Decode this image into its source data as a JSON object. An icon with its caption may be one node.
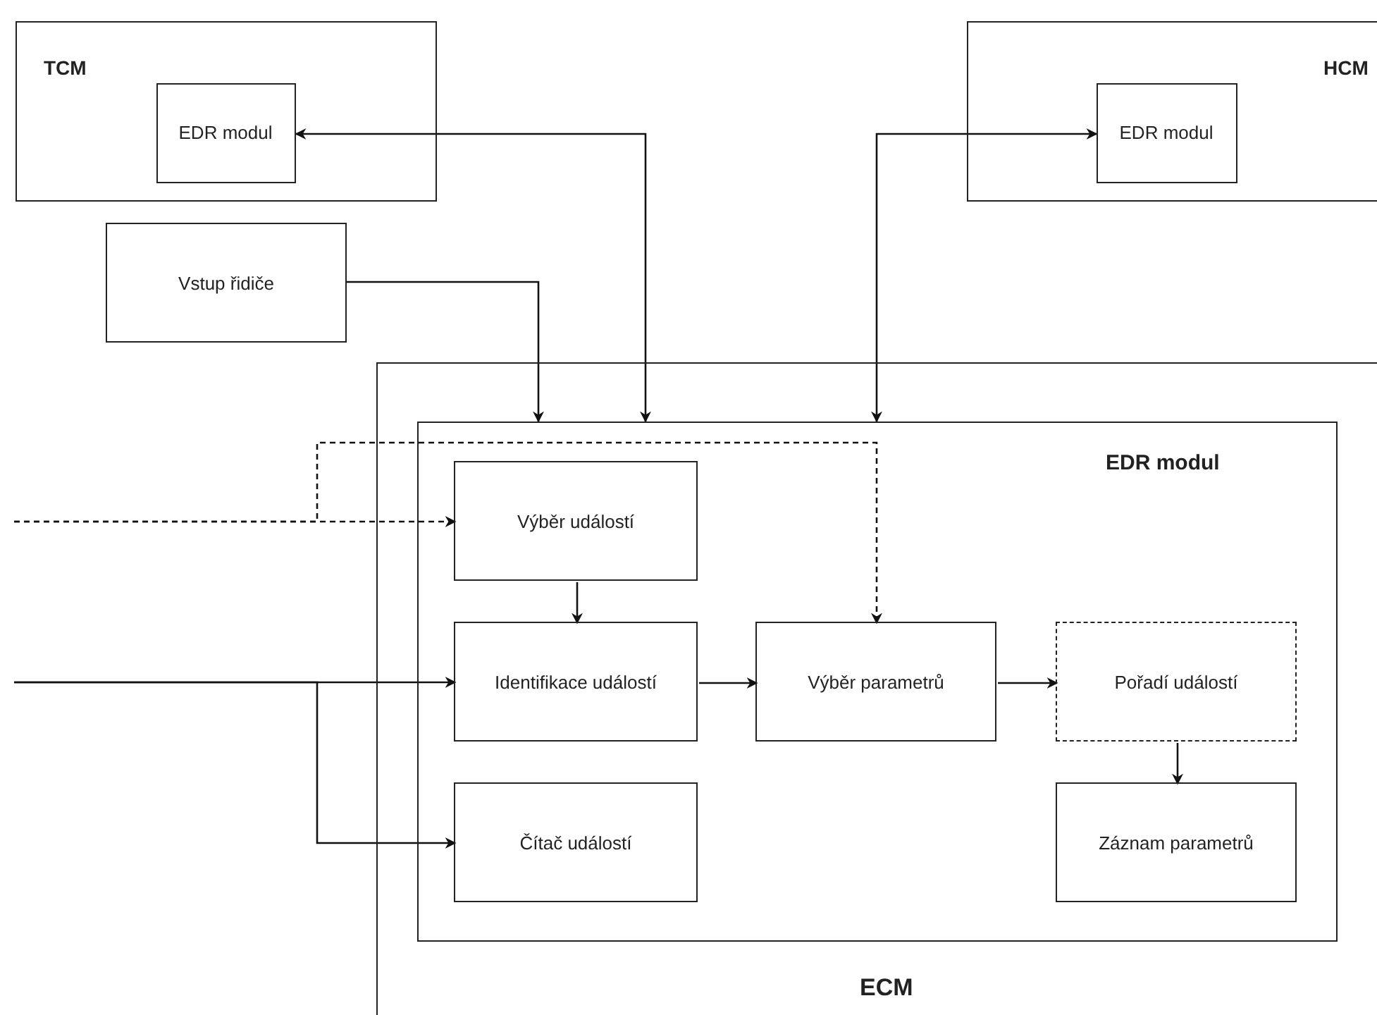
{
  "diagram": {
    "nodes": [
      {
        "text": [
          "TCM"
        ]
      },
      {
        "text": [
          "EDR modul"
        ],
        "in": 0
      },
      {
        "text": [
          "HCM"
        ]
      },
      {
        "text": [
          "EDR modul"
        ],
        "in": 2
      },
      {
        "text": [
          "Vstup řidiče"
        ]
      },
      {
        "text": [
          "ECM"
        ]
      },
      {
        "text": [
          "EDR modul"
        ],
        "in": 5
      },
      {
        "text": [
          "Výběr událostí"
        ],
        "in": 6
      },
      {
        "text": [
          "Identifikace událostí"
        ],
        "in": 6
      },
      {
        "text": [
          "Čítač událostí"
        ],
        "in": 6
      },
      {
        "text": [
          "Výběr parametrů"
        ],
        "in": 6
      },
      {
        "text": [
          "Pořadí událostí"
        ],
        "in": 6
      },
      {
        "text": [
          "Záznam parametrů"
        ],
        "in": 6
      }
    ],
    "edges": [
      {
        "from": 1,
        "to": 6,
        "arrow": "both"
      },
      {
        "from": 4,
        "to": 6,
        "arrow": "to"
      },
      {
        "from": 3,
        "to": 6,
        "arrow": "both"
      },
      {
        "from": null,
        "to": 7,
        "arrow": "to",
        "style": "dashed"
      },
      {
        "from": null,
        "to": 10,
        "arrow": "to",
        "style": "dashed"
      },
      {
        "from": null,
        "to": 8,
        "arrow": "to"
      },
      {
        "from": null,
        "to": 9,
        "arrow": "to"
      },
      {
        "from": 7,
        "to": 8,
        "arrow": "to"
      },
      {
        "from": 8,
        "to": 10,
        "arrow": "to"
      },
      {
        "from": 10,
        "to": 11,
        "arrow": "to"
      },
      {
        "from": 11,
        "to": 12,
        "arrow": "to"
      }
    ]
  }
}
